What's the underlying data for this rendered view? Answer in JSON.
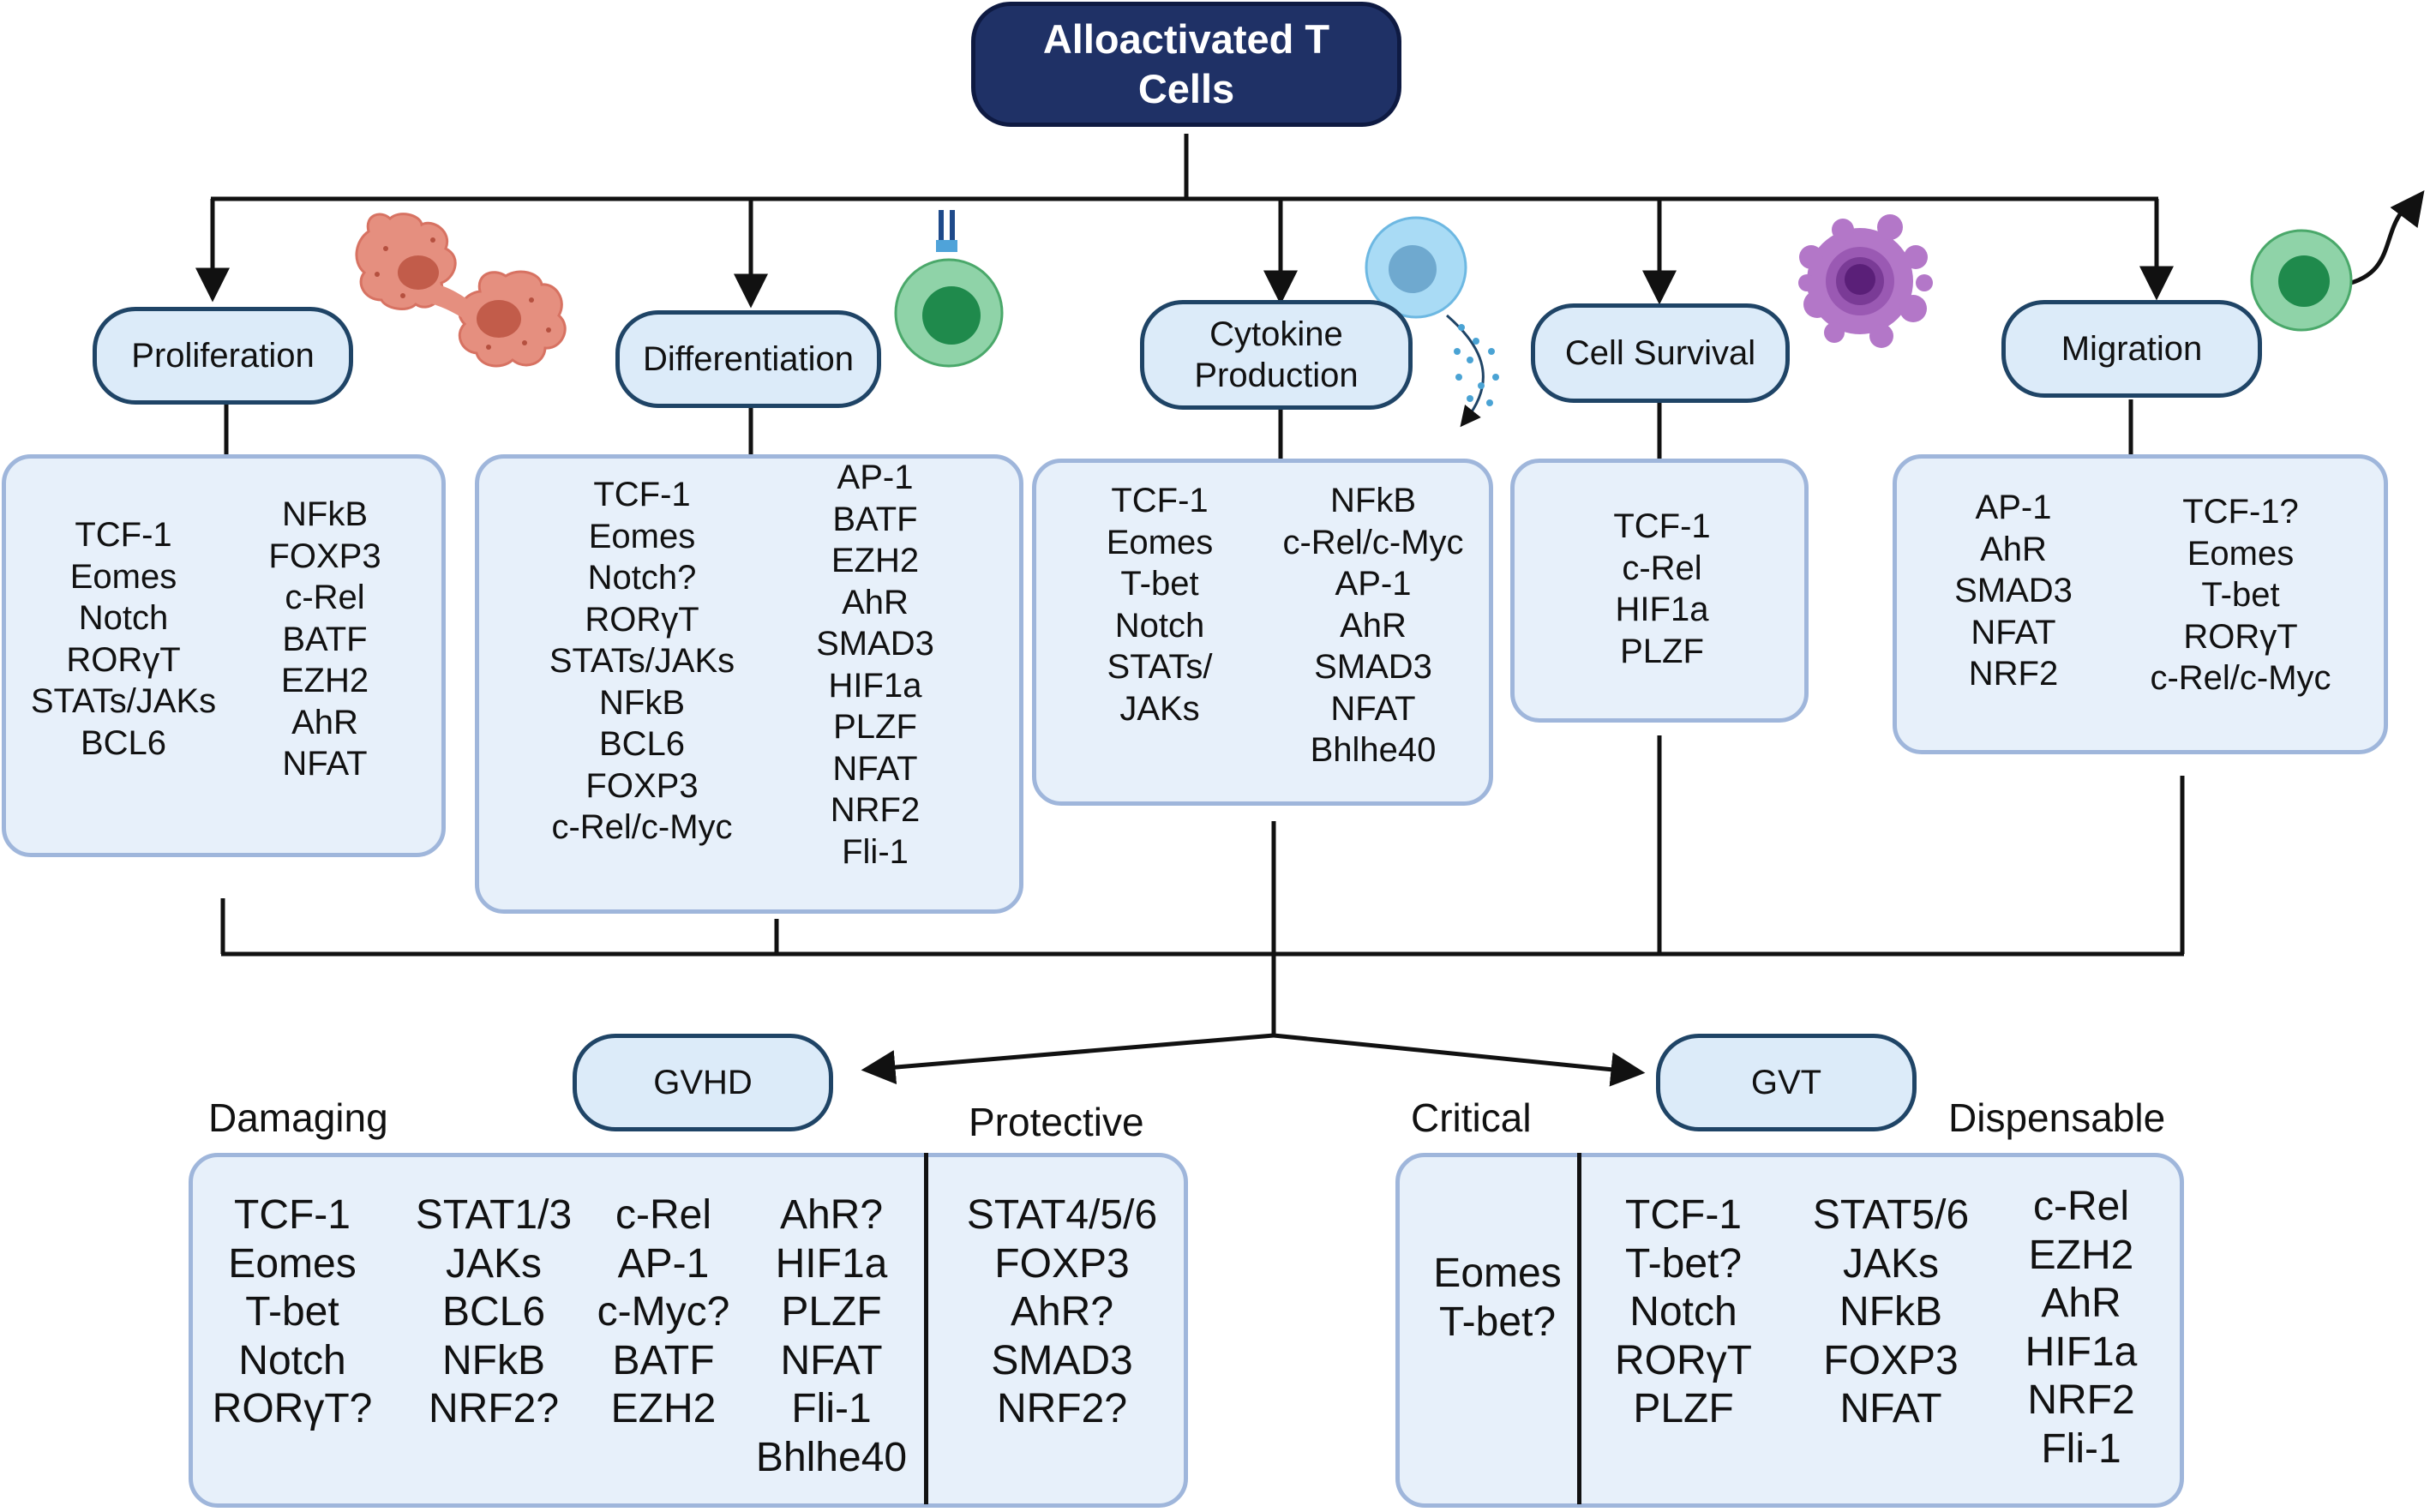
{
  "root": {
    "label_line1": "Alloactivated T",
    "label_line2": "Cells"
  },
  "categories": [
    {
      "label": "Proliferation",
      "col_a": [
        "TCF-1",
        "Eomes",
        "Notch",
        "RORγT",
        "STATs/JAKs",
        "BCL6"
      ],
      "col_b": [
        "NFkB",
        "FOXP3",
        "c-Rel",
        "BATF",
        "EZH2",
        "AhR",
        "NFAT"
      ]
    },
    {
      "label": "Differentiation",
      "col_a": [
        "TCF-1",
        "Eomes",
        "Notch?",
        "RORγT",
        "STATs/JAKs",
        "NFkB",
        "BCL6",
        "FOXP3",
        "c-Rel/c-Myc"
      ],
      "col_b": [
        "AP-1",
        "BATF",
        "EZH2",
        "AhR",
        "SMAD3",
        "HIF1a",
        "PLZF",
        "NFAT",
        "NRF2",
        "Fli-1"
      ]
    },
    {
      "label_line1": "Cytokine",
      "label_line2": "Production",
      "col_a": [
        "TCF-1",
        "Eomes",
        "T-bet",
        "Notch",
        "STATs/",
        "JAKs"
      ],
      "col_b": [
        "NFkB",
        "c-Rel/c-Myc",
        "AP-1",
        "AhR",
        "SMAD3",
        "NFAT",
        "Bhlhe40"
      ]
    },
    {
      "label": "Cell Survival",
      "col_a": [
        "TCF-1",
        "c-Rel",
        "HIF1a",
        "PLZF"
      ]
    },
    {
      "label": "Migration",
      "col_a": [
        "AP-1",
        "AhR",
        "SMAD3",
        "NFAT",
        "NRF2"
      ],
      "col_b": [
        "TCF-1?",
        "Eomes",
        "T-bet",
        "RORγT",
        "c-Rel/c-Myc"
      ]
    }
  ],
  "gvhd": {
    "label": "GVHD",
    "damaging_label": "Damaging",
    "protective_label": "Protective",
    "damaging_cols": [
      [
        "TCF-1",
        "Eomes",
        "T-bet",
        "Notch",
        "RORγT?"
      ],
      [
        "STAT1/3",
        "JAKs",
        "BCL6",
        "NFkB",
        "NRF2?"
      ],
      [
        "c-Rel",
        "AP-1",
        "c-Myc?",
        "BATF",
        "EZH2"
      ],
      [
        "AhR?",
        "HIF1a",
        "PLZF",
        "NFAT",
        "Fli-1",
        "Bhlhe40"
      ]
    ],
    "protective_col": [
      "STAT4/5/6",
      "FOXP3",
      "AhR?",
      "SMAD3",
      "NRF2?"
    ]
  },
  "gvt": {
    "label": "GVT",
    "critical_label": "Critical",
    "dispensable_label": "Dispensable",
    "critical_col": [
      "Eomes",
      "T-bet?"
    ],
    "dispensable_cols": [
      [
        "TCF-1",
        "T-bet?",
        "Notch",
        "RORγT",
        "PLZF"
      ],
      [
        "STAT5/6",
        "JAKs",
        "NFkB",
        "FOXP3",
        "NFAT"
      ],
      [
        "c-Rel",
        "EZH2",
        "AhR",
        "HIF1a",
        "NRF2",
        "Fli-1"
      ]
    ]
  },
  "colors": {
    "root_fill": "#1f3166",
    "category_fill": "#dcebf9",
    "category_border": "#1f4466",
    "panel_fill": "#e7f0fa",
    "panel_border": "#9fb6db",
    "dividing_cell": "#e58f7f",
    "t_cell": "#2f9c5c",
    "cytokine_cell": "#8cc9ec",
    "apoptotic_cell": "#b377c8"
  },
  "icons": [
    "dividing-cell-icon",
    "receptor-t-cell-icon",
    "cytokine-secreting-cell-icon",
    "apoptotic-cell-icon",
    "migrating-cell-icon"
  ]
}
